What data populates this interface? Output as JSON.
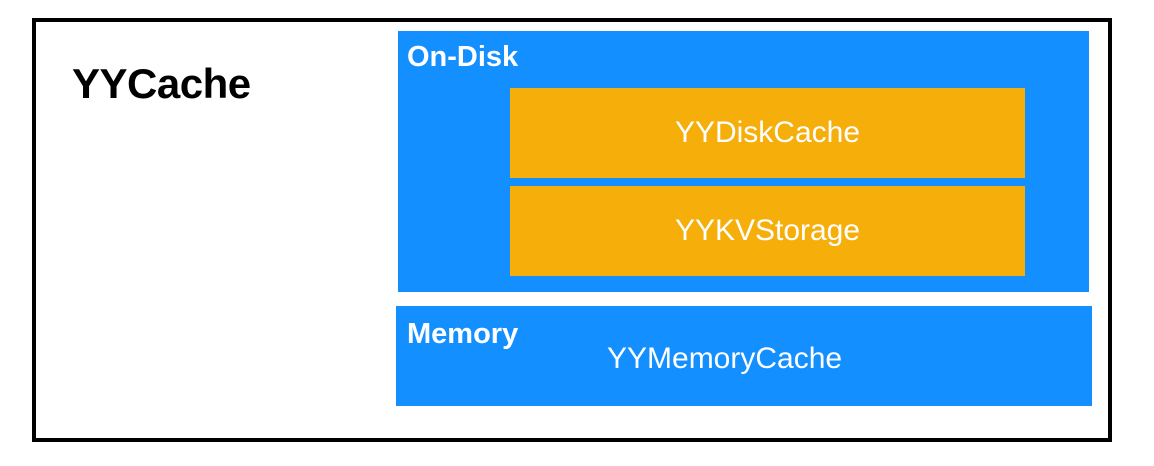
{
  "diagram": {
    "title": "YYCache",
    "colors": {
      "border": "#000000",
      "layer": "#138FFF",
      "component": "#F5AE0A",
      "label_on_color": "#FFFFFF"
    },
    "layers": {
      "on_disk": {
        "label": "On-Disk",
        "components": [
          "YYDiskCache",
          "YYKVStorage"
        ]
      },
      "memory": {
        "label": "Memory",
        "components": [
          "YYMemoryCache"
        ]
      }
    }
  }
}
